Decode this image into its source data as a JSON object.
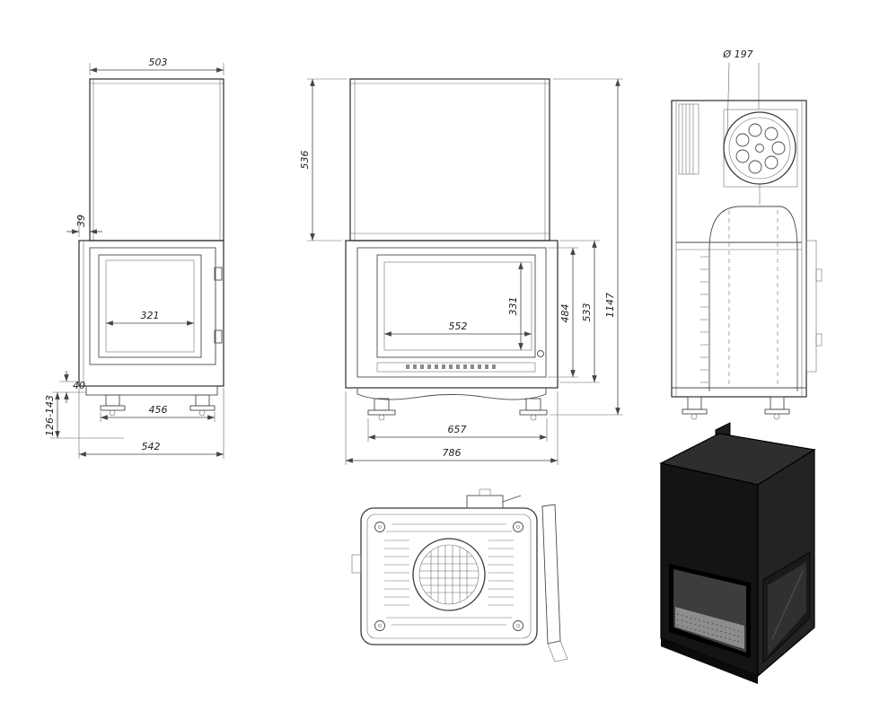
{
  "drawing": {
    "side_view": {
      "top_depth": "503",
      "front_offset": "39",
      "glass_width": "321",
      "base_height": "40",
      "leg_height_range": "126-143",
      "leg_span": "456",
      "total_depth": "542"
    },
    "front_view": {
      "hood_height": "536",
      "glass_width": "552",
      "glass_height": "331",
      "door_height": "484",
      "firebox_height": "533",
      "total_height": "1147",
      "leg_span": "657",
      "total_width": "786"
    },
    "rear_view": {
      "flue_diameter": "Ø 197"
    }
  }
}
